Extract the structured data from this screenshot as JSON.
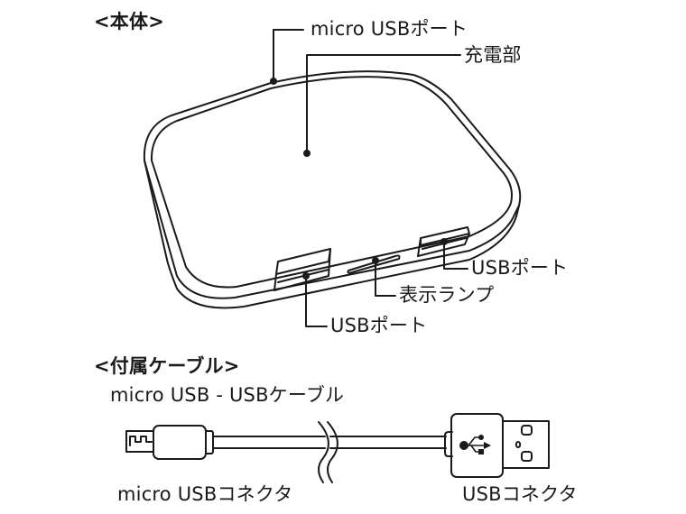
{
  "body_section": {
    "title": "<本体>",
    "callouts": {
      "micro_usb_port": "micro USBポート",
      "charging_area": "充電部",
      "usb_port_right": "USBポート",
      "indicator_lamp": "表示ランプ",
      "usb_port_left": "USBポート"
    }
  },
  "cable_section": {
    "title": "<付属ケーブル>",
    "cable_name": "micro USB - USBケーブル",
    "connectors": {
      "micro_usb": "micro USBコネクタ",
      "usb": "USBコネクタ"
    }
  },
  "colors": {
    "line": "#1a1a1a",
    "background": "#ffffff"
  }
}
